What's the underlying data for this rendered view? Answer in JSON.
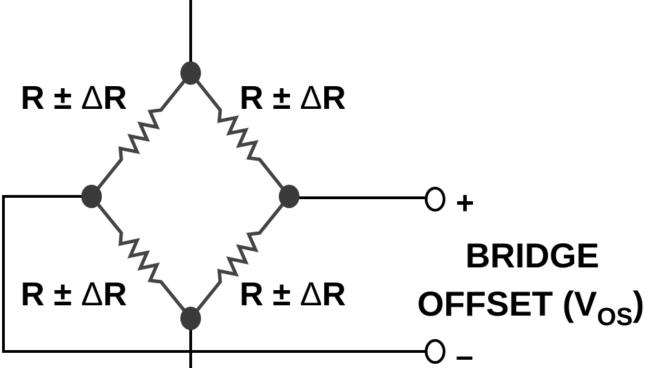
{
  "diagram": {
    "resistor_labels": {
      "top_left": {
        "r": "R",
        "pm": "±",
        "delta": "Δ",
        "dr": "R"
      },
      "top_right": {
        "r": "R",
        "pm": "±",
        "delta": "Δ",
        "dr": "R"
      },
      "bottom_left": {
        "r": "R",
        "pm": "±",
        "delta": "Δ",
        "dr": "R"
      },
      "bottom_right": {
        "r": "R",
        "pm": "±",
        "delta": "Δ",
        "dr": "R"
      }
    },
    "terminal_plus": "+",
    "terminal_minus": "–",
    "output_label_line1": "BRIDGE",
    "output_label_line2": "OFFSET (V",
    "output_label_subscript": "OS",
    "output_label_close": ")",
    "colors": {
      "wire": "#000000",
      "bridge": "#444444",
      "node": "#3a3a3a"
    }
  }
}
